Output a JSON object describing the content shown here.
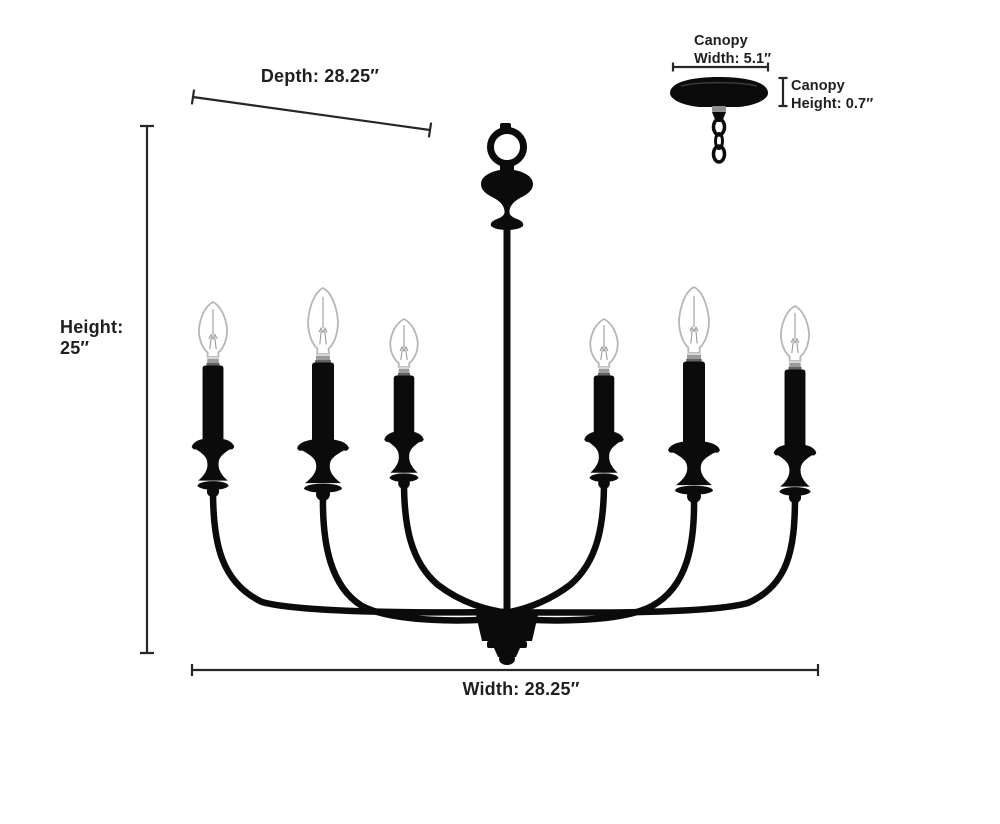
{
  "background": "#ffffff",
  "colors": {
    "fixture": "#0b0b0b",
    "dimension_line": "#262626",
    "text": "#1f1f1f",
    "bulb_outline": "#b6b6b6",
    "bulb_fill": "#ffffff",
    "filament": "#9a9a9a",
    "socket_highlight": "#d6d6d6",
    "socket_metal": "#9b9b9b",
    "socket_shadow": "#636363",
    "canopy_fitting": "#8f8f8f",
    "sheen": "#3a3a3a"
  },
  "fixture": {
    "light_count": 6
  },
  "dimensions": {
    "depth": {
      "label": "Depth: 28.25″",
      "value_in": 28.25
    },
    "height": {
      "label_line1": "Height:",
      "label_line2": "25″",
      "value_in": 25
    },
    "width": {
      "label": "Width: 28.25″",
      "value_in": 28.25
    },
    "canopy_width": {
      "label_line1": "Canopy",
      "label_line2": "Width: 5.1″",
      "value_in": 5.1
    },
    "canopy_height": {
      "label_line1": "Canopy",
      "label_line2": "Height: 0.7″",
      "value_in": 0.7
    }
  }
}
